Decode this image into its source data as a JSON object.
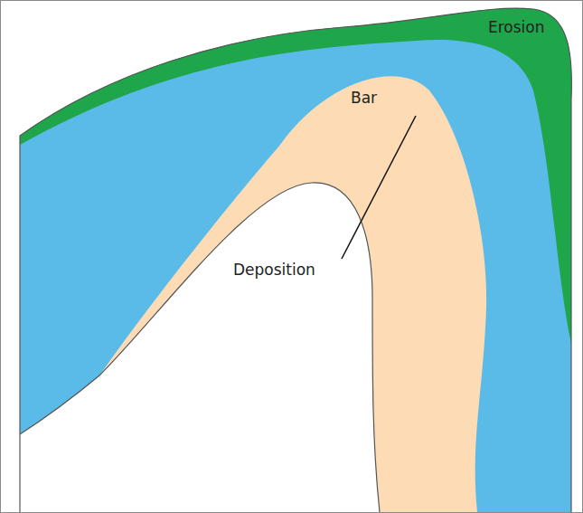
{
  "diagram": {
    "labels": [
      "Erosion",
      "Bar",
      "Deposition"
    ]
  }
}
